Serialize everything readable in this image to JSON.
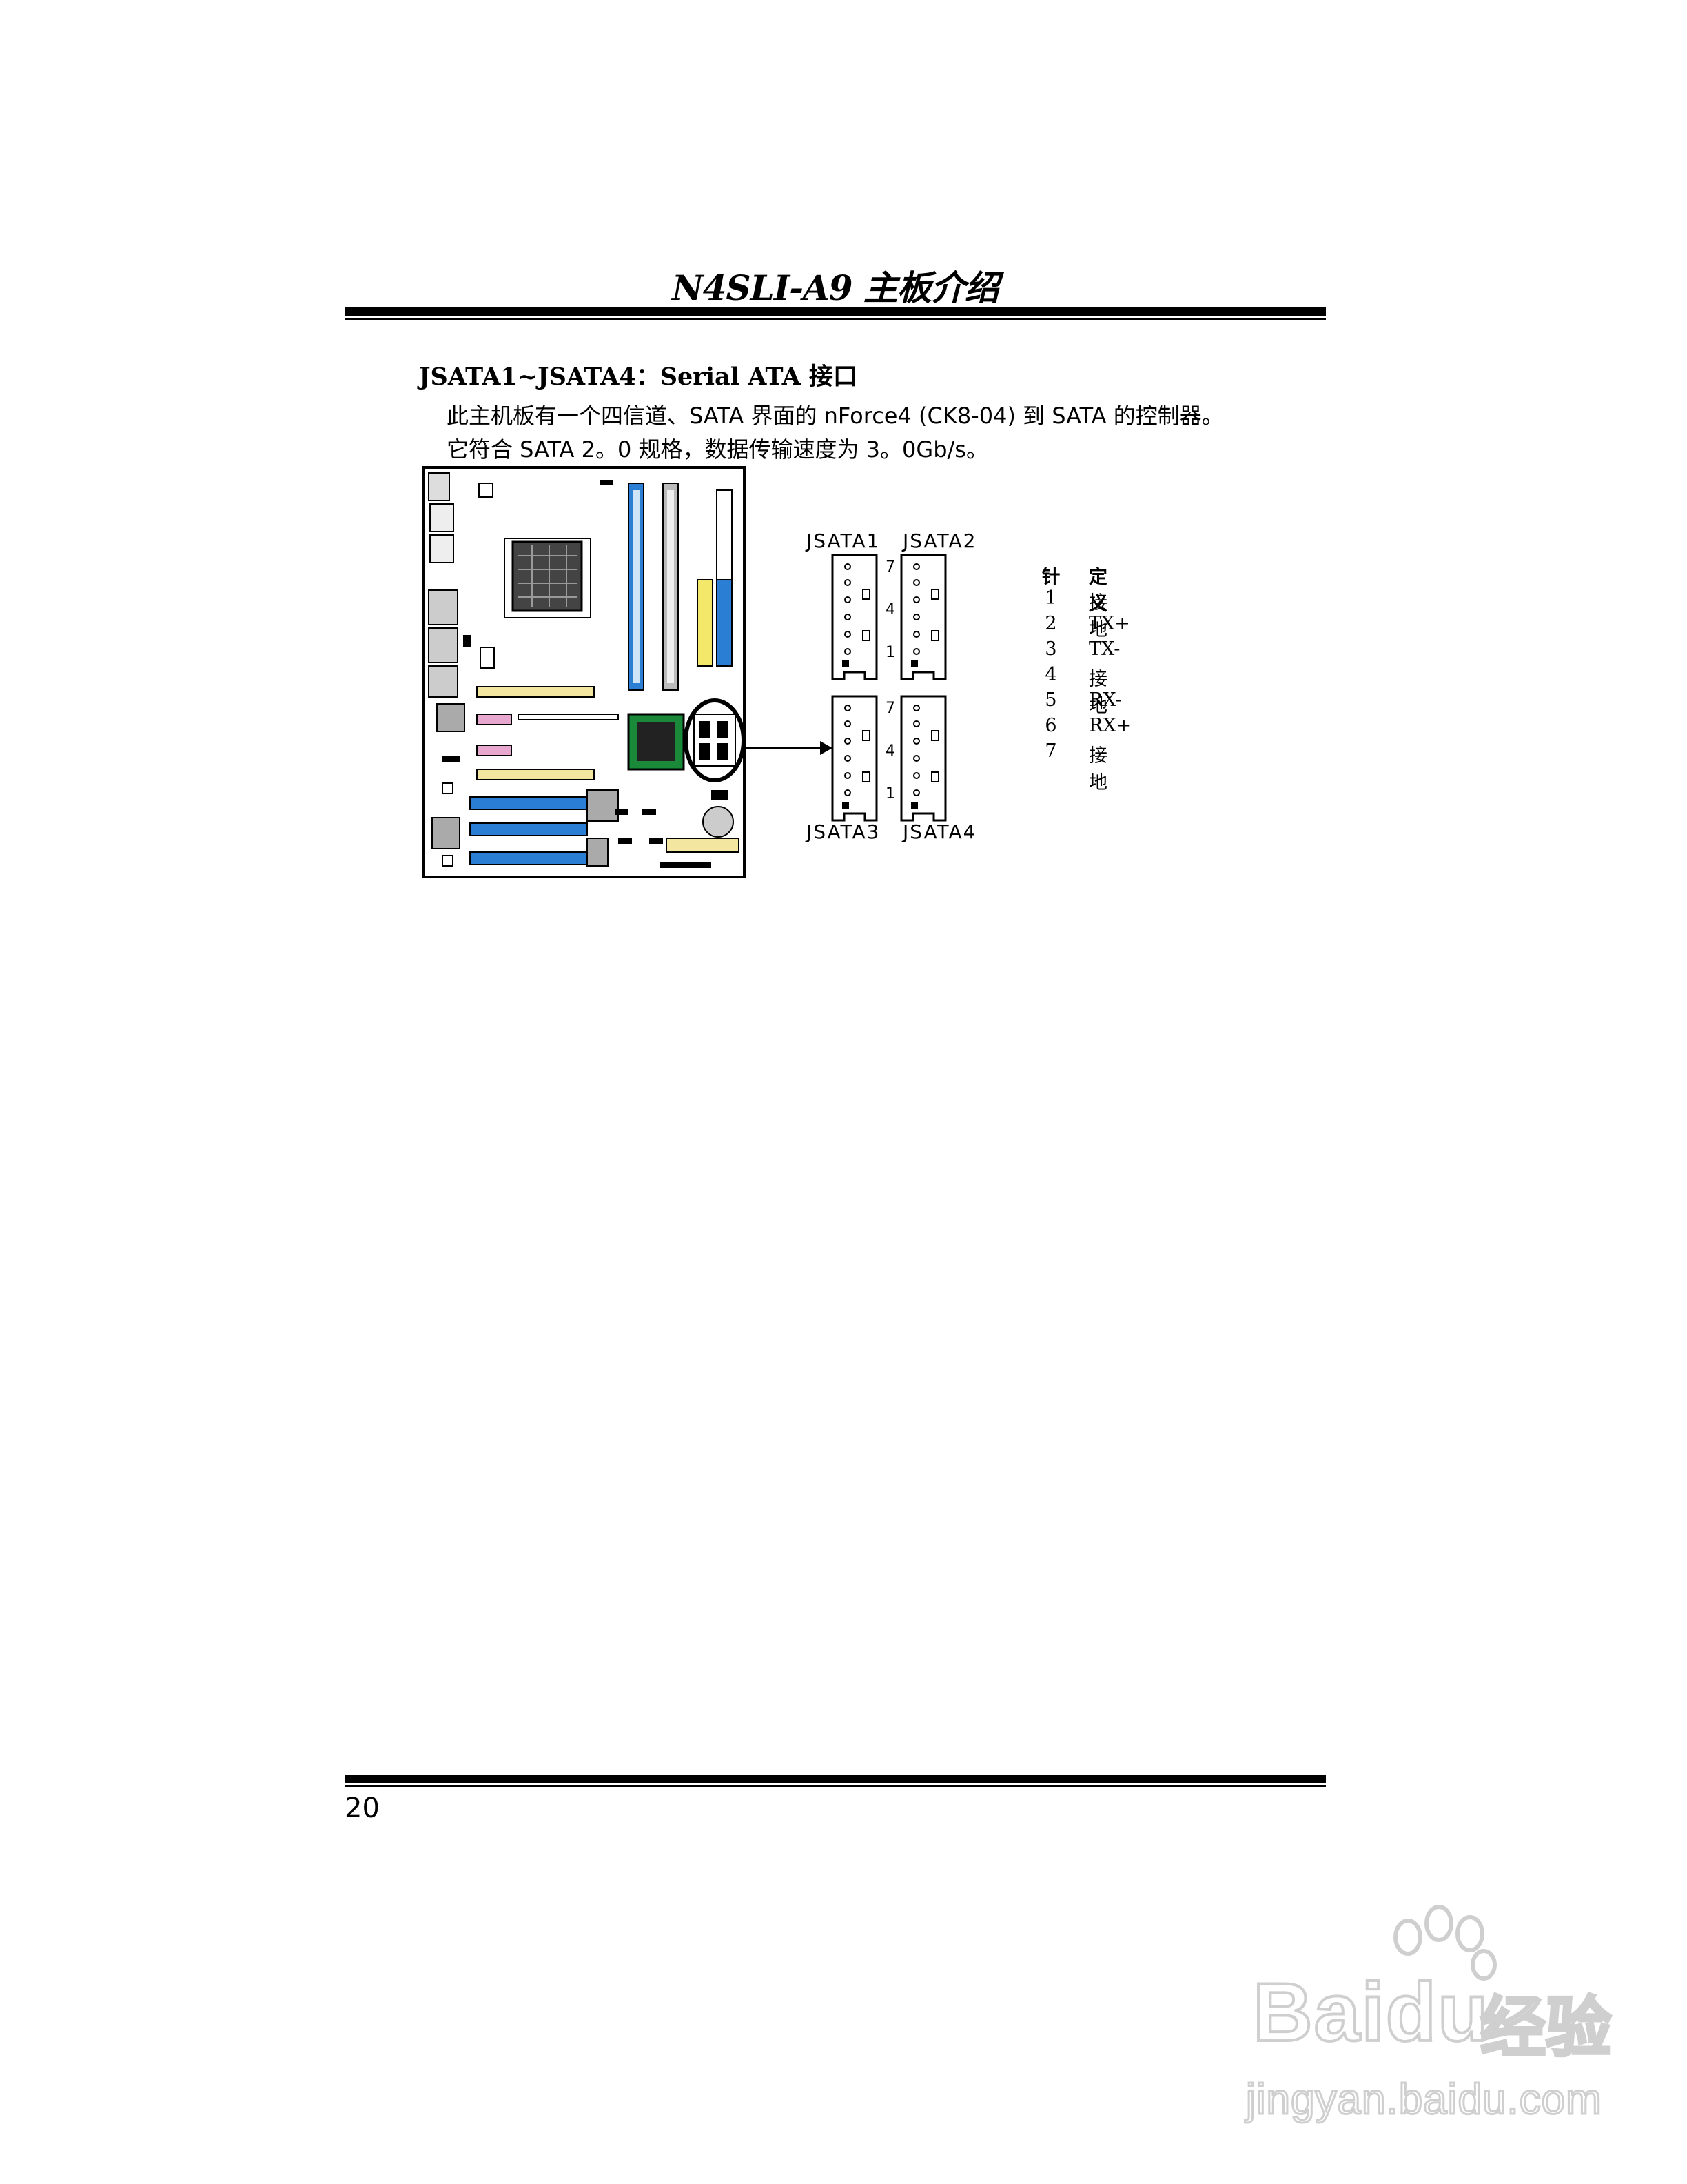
{
  "header": {
    "title": "N4SLI-A9 主板介绍"
  },
  "section": {
    "heading": "JSATA1~JSATA4：Serial ATA  接口",
    "paragraph_line1": "此主机板有一个四信道、SATA 界面的 nForce4 (CK8-04) 到 SATA 的控制器。",
    "paragraph_line2": "它符合 SATA 2。0 规格，数据传输速度为 3。0Gb/s。"
  },
  "connectors": {
    "labels": [
      "JSATA1",
      "JSATA2",
      "JSATA3",
      "JSATA4"
    ],
    "pin_marks": [
      "7",
      "4",
      "1"
    ]
  },
  "pin_table": {
    "header_pin": "针",
    "header_def": "定义",
    "rows": [
      {
        "pin": "1",
        "def": "接地"
      },
      {
        "pin": "2",
        "def": "TX+"
      },
      {
        "pin": "3",
        "def": "TX-"
      },
      {
        "pin": "4",
        "def": "接地"
      },
      {
        "pin": "5",
        "def": "RX-"
      },
      {
        "pin": "6",
        "def": "RX+"
      },
      {
        "pin": "7",
        "def": "接地"
      }
    ]
  },
  "footer": {
    "page_number": "20"
  },
  "watermark": {
    "brand": "Bai",
    "brand2": "du",
    "brand_cn": "经验",
    "url": "jingyan.baidu.com"
  },
  "colors": {
    "slot_blue": "#2a7fd4",
    "slot_yellow": "#f3e6a1",
    "slot_pink": "#e8a7cf",
    "chip_green": "#1a8a3a"
  }
}
